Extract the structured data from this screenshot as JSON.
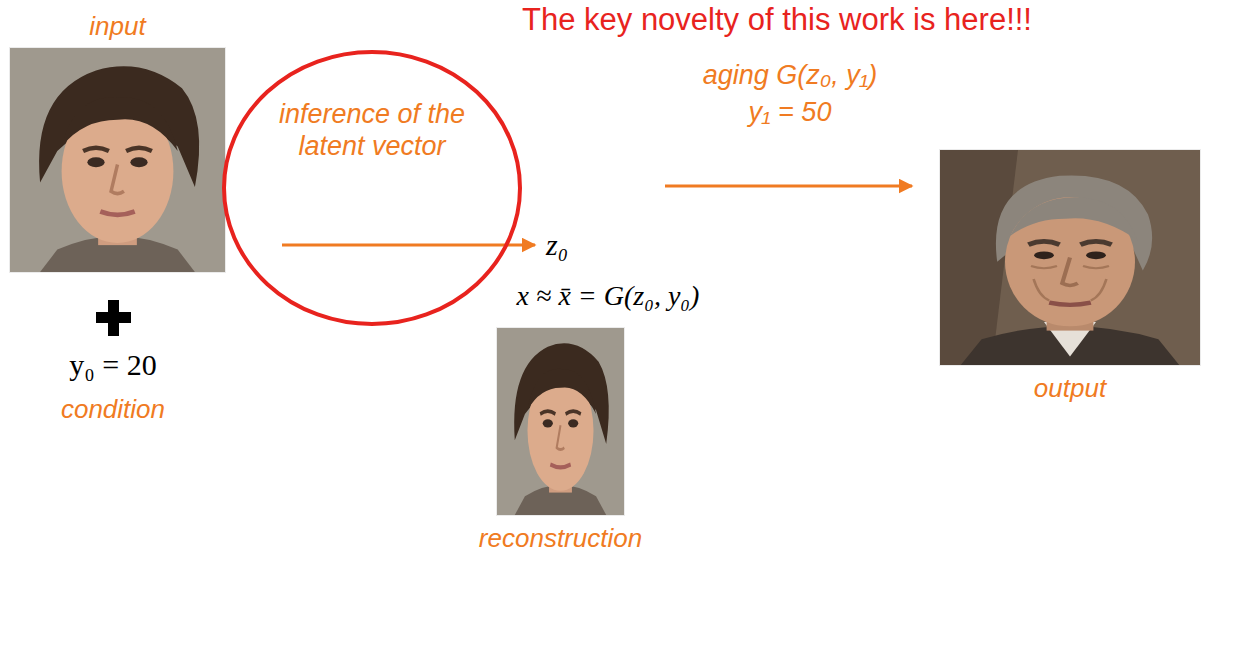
{
  "diagram": {
    "nodes": [
      {
        "text": [
          "input"
        ]
      },
      {
        "text": [
          "inference of the latent vector"
        ]
      },
      {
        "text": [
          "output"
        ]
      },
      {
        "text": [
          "reconstruction"
        ]
      }
    ],
    "labels": [
      "The key novelty of this work is here!!!",
      "aging G(z₀, y₁)",
      "y₁ = 50",
      "z₀",
      "x ≈ x̄ = G(z₀, y₀)",
      "y₀ = 20",
      "condition"
    ]
  }
}
